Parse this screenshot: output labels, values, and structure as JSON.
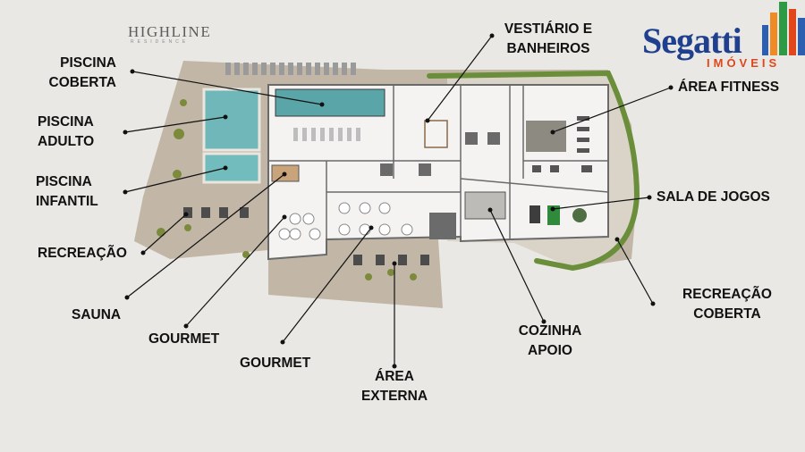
{
  "brand": {
    "project": "HIGHLINE",
    "project_sub": "RESIDENCE",
    "company": "Segatti",
    "company_sub": "IMÓVEIS",
    "colors": {
      "company": "#1f3f8f",
      "company_sub": "#e0471c",
      "bar_orange": "#f08a24",
      "bar_green": "#2e9a46",
      "bar_blue": "#2d5fb0"
    }
  },
  "labels": {
    "piscina_coberta": [
      "PISCINA",
      "COBERTA"
    ],
    "piscina_adulto": [
      "PISCINA",
      "ADULTO"
    ],
    "piscina_infantil": [
      "PISCINA",
      "INFANTIL"
    ],
    "recreacao": "RECREAÇÃO",
    "sauna": "SAUNA",
    "gourmet_1": "GOURMET",
    "gourmet_2": "GOURMET",
    "area_externa": [
      "ÁREA",
      "EXTERNA"
    ],
    "cozinha_apoio": [
      "COZINHA",
      "APOIO"
    ],
    "recreacao_coberta": [
      "RECREAÇÃO",
      "COBERTA"
    ],
    "sala_de_jogos": "SALA DE JOGOS",
    "area_fitness": "ÁREA FITNESS",
    "vestiario": [
      "VESTIÁRIO E",
      "BANHEIROS"
    ]
  }
}
